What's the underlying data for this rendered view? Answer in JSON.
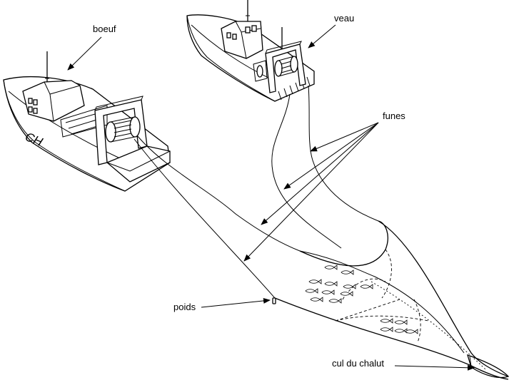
{
  "labels": {
    "boeuf": "boeuf",
    "veau": "veau",
    "funes": "funes",
    "poids": "poids",
    "cul_du_chalut": "cul du chalut",
    "hull_marking": "CH"
  },
  "colors": {
    "line": "#000000",
    "background": "#ffffff"
  }
}
